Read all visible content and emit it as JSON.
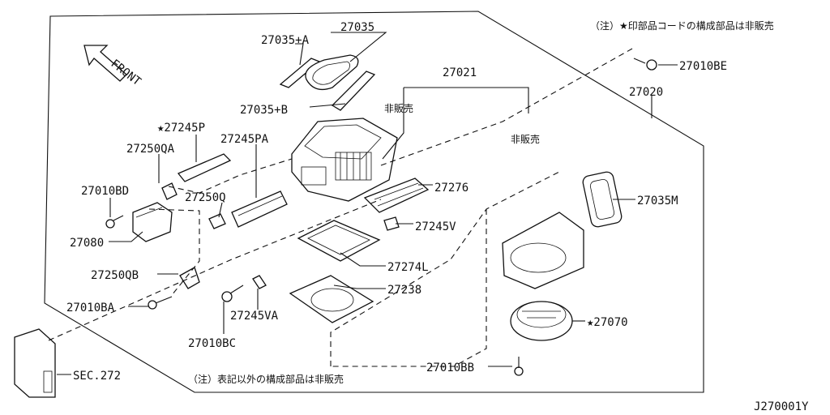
{
  "diagram": {
    "note_top": "（注）★印部品コードの構成部品は非販売",
    "note_bottom": "（注）表記以外の構成部品は非販売",
    "front_label": "FRONT",
    "diagram_id": "J270001Y",
    "not_sold_1": "非販売",
    "not_sold_2": "非販売",
    "labels": {
      "p27035": "27035",
      "p27035A": "27035+A",
      "p27035B": "27035+B",
      "p27021": "27021",
      "p27010BE": "27010BE",
      "p27020": "27020",
      "p27245P": "★27245P",
      "p27245PA": "27245PA",
      "p27250QA": "27250QA",
      "p27010BD": "27010BD",
      "p27250Q": "27250Q",
      "p27080": "27080",
      "p27276": "27276",
      "p27035M": "27035M",
      "p27245V": "27245V",
      "p27274L": "27274L",
      "p27250QB": "27250QB",
      "p27238": "27238",
      "p27010BA": "27010BA",
      "p27245VA": "27245VA",
      "p27010BC": "27010BC",
      "p27070": "★27070",
      "p27010BB": "27010BB",
      "sec272": "SEC.272"
    }
  }
}
